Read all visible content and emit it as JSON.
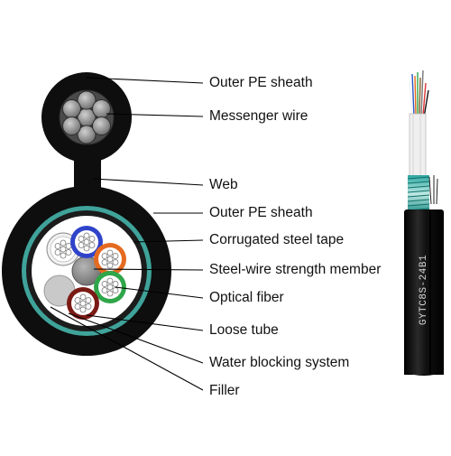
{
  "labels": {
    "outer_pe_sheath_top": "Outer PE sheath",
    "messenger_wire": "Messenger wire",
    "web": "Web",
    "outer_pe_sheath_main": "Outer PE sheath",
    "corrugated_steel_tape": "Corrugated steel tape",
    "steel_wire_strength_member": "Steel-wire strength member",
    "optical_fiber": "Optical fiber",
    "loose_tube": "Loose tube",
    "water_blocking_system": "Water blocking system",
    "filler": "Filler"
  },
  "cable_print": "GYTC8S-24B1",
  "colors": {
    "sheath": "#0d0d0d",
    "steel_tape": "#3fa39a",
    "tube_blue": "#2f44c9",
    "tube_orange": "#e56a1f",
    "tube_green": "#2fa64a",
    "tube_brown": "#7a1a14",
    "tube_white": "#f2f2f2",
    "filler": "#c9c9c9",
    "strength_member": "#8e8e8e"
  }
}
